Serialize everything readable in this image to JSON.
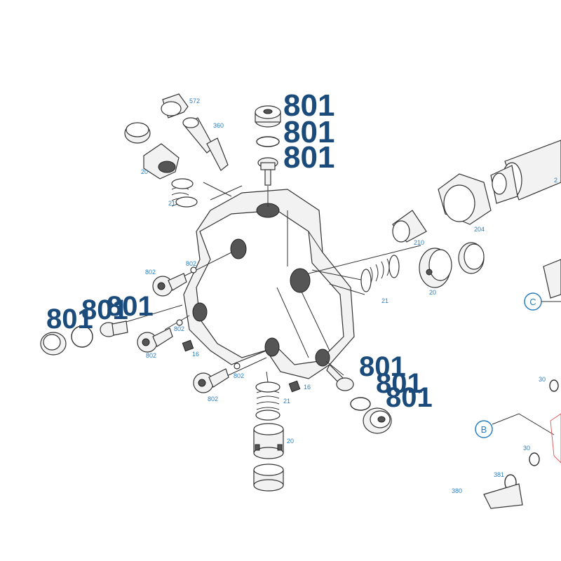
{
  "labels": {
    "l572": "572",
    "l360": "360",
    "l20a": "20",
    "l21a": "21",
    "l801a": "801",
    "l801b": "801",
    "l801c": "801",
    "l204": "204",
    "l210": "210",
    "l21b": "21",
    "l20b": "20",
    "l802a": "802",
    "l802b": "802",
    "l802c": "802",
    "l802d": "802",
    "l802e": "802",
    "l802f": "802",
    "l801d": "801",
    "l801e": "801",
    "l801f": "801",
    "l16a": "16",
    "l16b": "16",
    "l21c": "21",
    "l20c": "20",
    "l801g": "801",
    "l801h": "801",
    "l801i": "801",
    "l30a": "30",
    "l30b": "30",
    "l381": "381",
    "l380": "380",
    "l2x": "2"
  },
  "callouts": {
    "c": "C",
    "b": "B"
  }
}
